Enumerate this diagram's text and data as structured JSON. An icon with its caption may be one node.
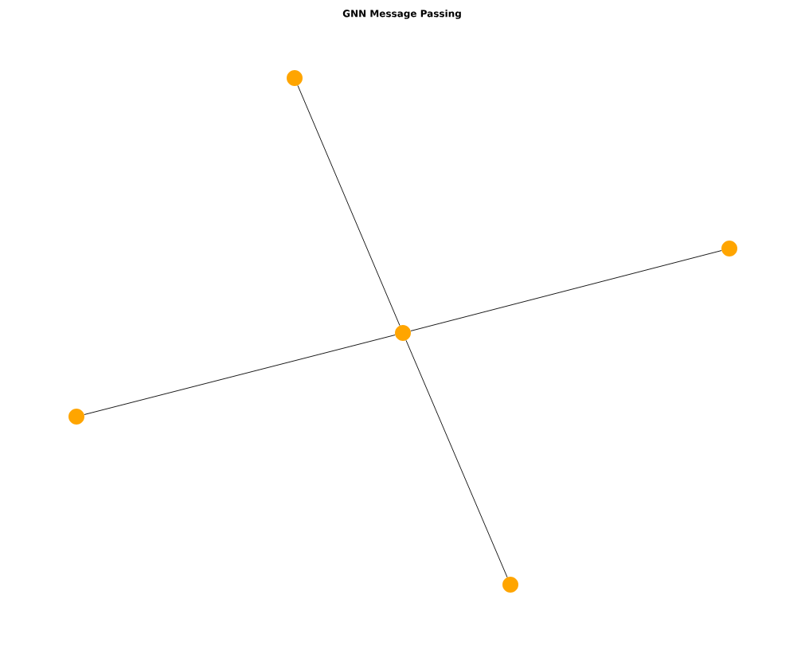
{
  "diagram": {
    "title": "GNN Message Passing",
    "nodes": [
      {
        "text": [],
        "shape": "circle"
      },
      {
        "text": [],
        "shape": "circle"
      },
      {
        "text": [],
        "shape": "circle"
      },
      {
        "text": [],
        "shape": "circle"
      },
      {
        "text": [],
        "shape": "circle"
      }
    ],
    "edges": [
      {
        "from": 2,
        "to": 0,
        "arrow": "none"
      },
      {
        "from": 2,
        "to": 1,
        "arrow": "none"
      },
      {
        "from": 2,
        "to": 3,
        "arrow": "none"
      },
      {
        "from": 2,
        "to": 4,
        "arrow": "none"
      }
    ]
  }
}
